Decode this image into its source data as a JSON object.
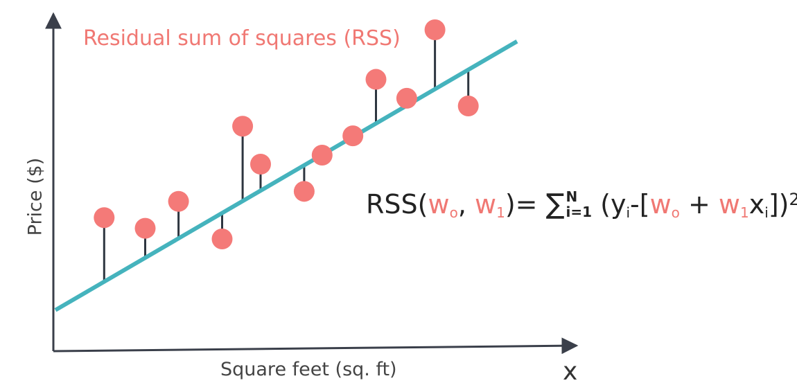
{
  "title": "Residual sum of squares (RSS)",
  "x_axis_label": "Square feet (sq. ft)",
  "x_symbol": "x",
  "y_axis_label": "Price ($)",
  "formula": {
    "prefix": "RSS(",
    "w0": "w",
    "w0_sub": "o",
    "sep": ", ",
    "w1": "w",
    "w1_sub": "1",
    "eq": ")= ",
    "sum_symbol": "∑",
    "sum_upper": "N",
    "sum_lower": "i=1",
    "open": " (y",
    "yi_sub": "i",
    "minus_bracket": "-[",
    "w0b": "w",
    "w0b_sub": "o",
    "plus": " + ",
    "w1b": "w",
    "w1b_sub": "1",
    "x": "x",
    "x_sub": "i",
    "close": "])",
    "power": "2"
  },
  "colors": {
    "point": "#f47a78",
    "fit_line": "#45b3bd",
    "residual": "#2e3640",
    "axis": "#3a3f4a",
    "title": "#f07873"
  },
  "chart_data": {
    "type": "scatter",
    "xlim": [
      0,
      100
    ],
    "ylim": [
      0,
      100
    ],
    "fit_line": {
      "intercept": 10.9,
      "slope": 0.898
    },
    "points": [
      {
        "x": 9.5,
        "y": 38.7
      },
      {
        "x": 17.5,
        "y": 35.5
      },
      {
        "x": 24.0,
        "y": 43.6
      },
      {
        "x": 32.5,
        "y": 32.3
      },
      {
        "x": 36.5,
        "y": 66.2
      },
      {
        "x": 40.0,
        "y": 54.8
      },
      {
        "x": 48.5,
        "y": 46.6
      },
      {
        "x": 52.0,
        "y": 57.5
      },
      {
        "x": 58.0,
        "y": 63.3
      },
      {
        "x": 62.5,
        "y": 80.3
      },
      {
        "x": 68.5,
        "y": 74.6
      },
      {
        "x": 74.0,
        "y": 95.2
      },
      {
        "x": 80.5,
        "y": 72.3
      }
    ]
  }
}
